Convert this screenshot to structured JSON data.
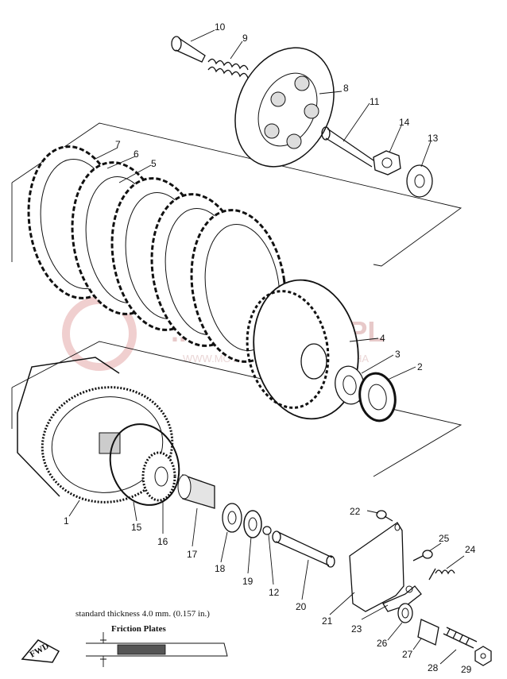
{
  "watermark": {
    "text": "...IKERSHOP.PL",
    "subtext": "WWW.MOTOCYKLE DEALER YAMAHA",
    "color": "#e7c9c9"
  },
  "note": {
    "thickness": "standard thickness 4.0 mm. (0.157 in.)",
    "friction_label": "Friction Plates"
  },
  "fwd_label": "FWD",
  "callouts": [
    {
      "id": "c1",
      "text": "1"
    },
    {
      "id": "c2",
      "text": "2"
    },
    {
      "id": "c3",
      "text": "3"
    },
    {
      "id": "c4",
      "text": "4"
    },
    {
      "id": "c5",
      "text": "5"
    },
    {
      "id": "c6",
      "text": "6"
    },
    {
      "id": "c7",
      "text": "7"
    },
    {
      "id": "c8",
      "text": "8"
    },
    {
      "id": "c9",
      "text": "9"
    },
    {
      "id": "c10",
      "text": "10"
    },
    {
      "id": "c11",
      "text": "11"
    },
    {
      "id": "c12",
      "text": "12"
    },
    {
      "id": "c13",
      "text": "13"
    },
    {
      "id": "c14",
      "text": "14"
    },
    {
      "id": "c15",
      "text": "15"
    },
    {
      "id": "c16",
      "text": "16"
    },
    {
      "id": "c17",
      "text": "17"
    },
    {
      "id": "c18",
      "text": "18"
    },
    {
      "id": "c19",
      "text": "19"
    },
    {
      "id": "c20",
      "text": "20"
    },
    {
      "id": "c21",
      "text": "21"
    },
    {
      "id": "c22",
      "text": "22"
    },
    {
      "id": "c23",
      "text": "23"
    },
    {
      "id": "c24",
      "text": "24"
    },
    {
      "id": "c25",
      "text": "25"
    },
    {
      "id": "c26",
      "text": "26"
    },
    {
      "id": "c27",
      "text": "27"
    },
    {
      "id": "c28",
      "text": "28"
    },
    {
      "id": "c29",
      "text": "29"
    }
  ]
}
